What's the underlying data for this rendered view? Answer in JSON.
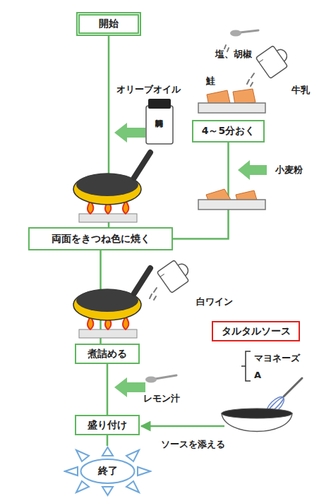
{
  "diagram": {
    "nodes": [
      {
        "text": [
          "開始"
        ]
      },
      {
        "text": [
          "4～5分おく"
        ]
      },
      {
        "text": [
          "両面をきつね色に焼く"
        ]
      },
      {
        "text": [
          "煮詰める"
        ]
      },
      {
        "text": [
          "盛り付け"
        ]
      },
      {
        "text": [
          "終了"
        ]
      },
      {
        "text": [
          "タルタルソース"
        ]
      }
    ],
    "edges": [
      {
        "from": 0,
        "to": 2,
        "arrow": "none"
      },
      {
        "from": 1,
        "to": 2,
        "arrow": "none"
      },
      {
        "from": 2,
        "to": 3,
        "arrow": "none"
      },
      {
        "from": 3,
        "to": 4,
        "arrow": "none"
      },
      {
        "from": 4,
        "to": 5,
        "arrow": "none"
      }
    ],
    "labels": [
      "塩、胡椒",
      "鮭",
      "牛乳",
      "オリーブオイル",
      "調味料",
      "小麦粉",
      "白ワイン",
      "マヨネーズ",
      "A",
      "レモン汁",
      "ボウル",
      "ソースを添える"
    ]
  }
}
